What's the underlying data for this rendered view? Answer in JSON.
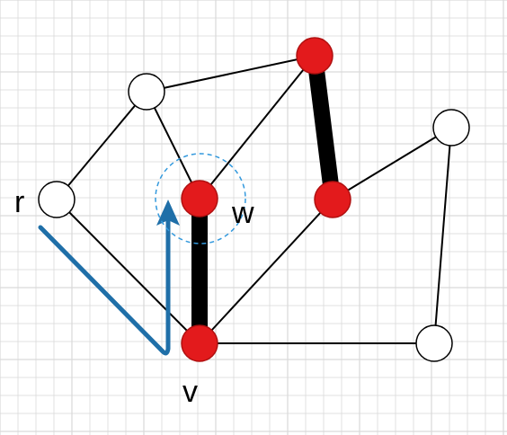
{
  "labels": {
    "r": "r",
    "w": "w",
    "v": "v"
  },
  "colors": {
    "grid": "#d9d9d9",
    "edge": "#000000",
    "matched_edge": "#000000",
    "red_node_fill": "#e31a1c",
    "red_node_stroke": "#b01010",
    "white_node_fill": "#ffffff",
    "node_stroke": "#000000",
    "path_arrow": "#1f6fa8",
    "highlight_circle": "#3399dd"
  },
  "graph": {
    "nodes": [
      {
        "id": "top-left",
        "color": "white"
      },
      {
        "id": "top-red",
        "color": "red"
      },
      {
        "id": "right-top",
        "color": "white"
      },
      {
        "id": "r",
        "color": "white",
        "label": "r"
      },
      {
        "id": "w",
        "color": "red",
        "label": "w"
      },
      {
        "id": "mid-red",
        "color": "red"
      },
      {
        "id": "v",
        "color": "red",
        "label": "v"
      },
      {
        "id": "bottom-right",
        "color": "white"
      }
    ],
    "edges": [
      {
        "from": "r",
        "to": "top-left",
        "matched": false
      },
      {
        "from": "top-left",
        "to": "top-red",
        "matched": false
      },
      {
        "from": "top-left",
        "to": "w",
        "matched": false
      },
      {
        "from": "w",
        "to": "top-red",
        "matched": false
      },
      {
        "from": "top-red",
        "to": "mid-red",
        "matched": true
      },
      {
        "from": "w",
        "to": "v",
        "matched": true
      },
      {
        "from": "r",
        "to": "v",
        "matched": false
      },
      {
        "from": "v",
        "to": "mid-red",
        "matched": false
      },
      {
        "from": "mid-red",
        "to": "right-top",
        "matched": false
      },
      {
        "from": "right-top",
        "to": "bottom-right",
        "matched": false
      },
      {
        "from": "v",
        "to": "bottom-right",
        "matched": false
      }
    ],
    "highlighted_node": "w",
    "path_arrow": {
      "from": "r",
      "via": "v",
      "to": "w"
    }
  }
}
